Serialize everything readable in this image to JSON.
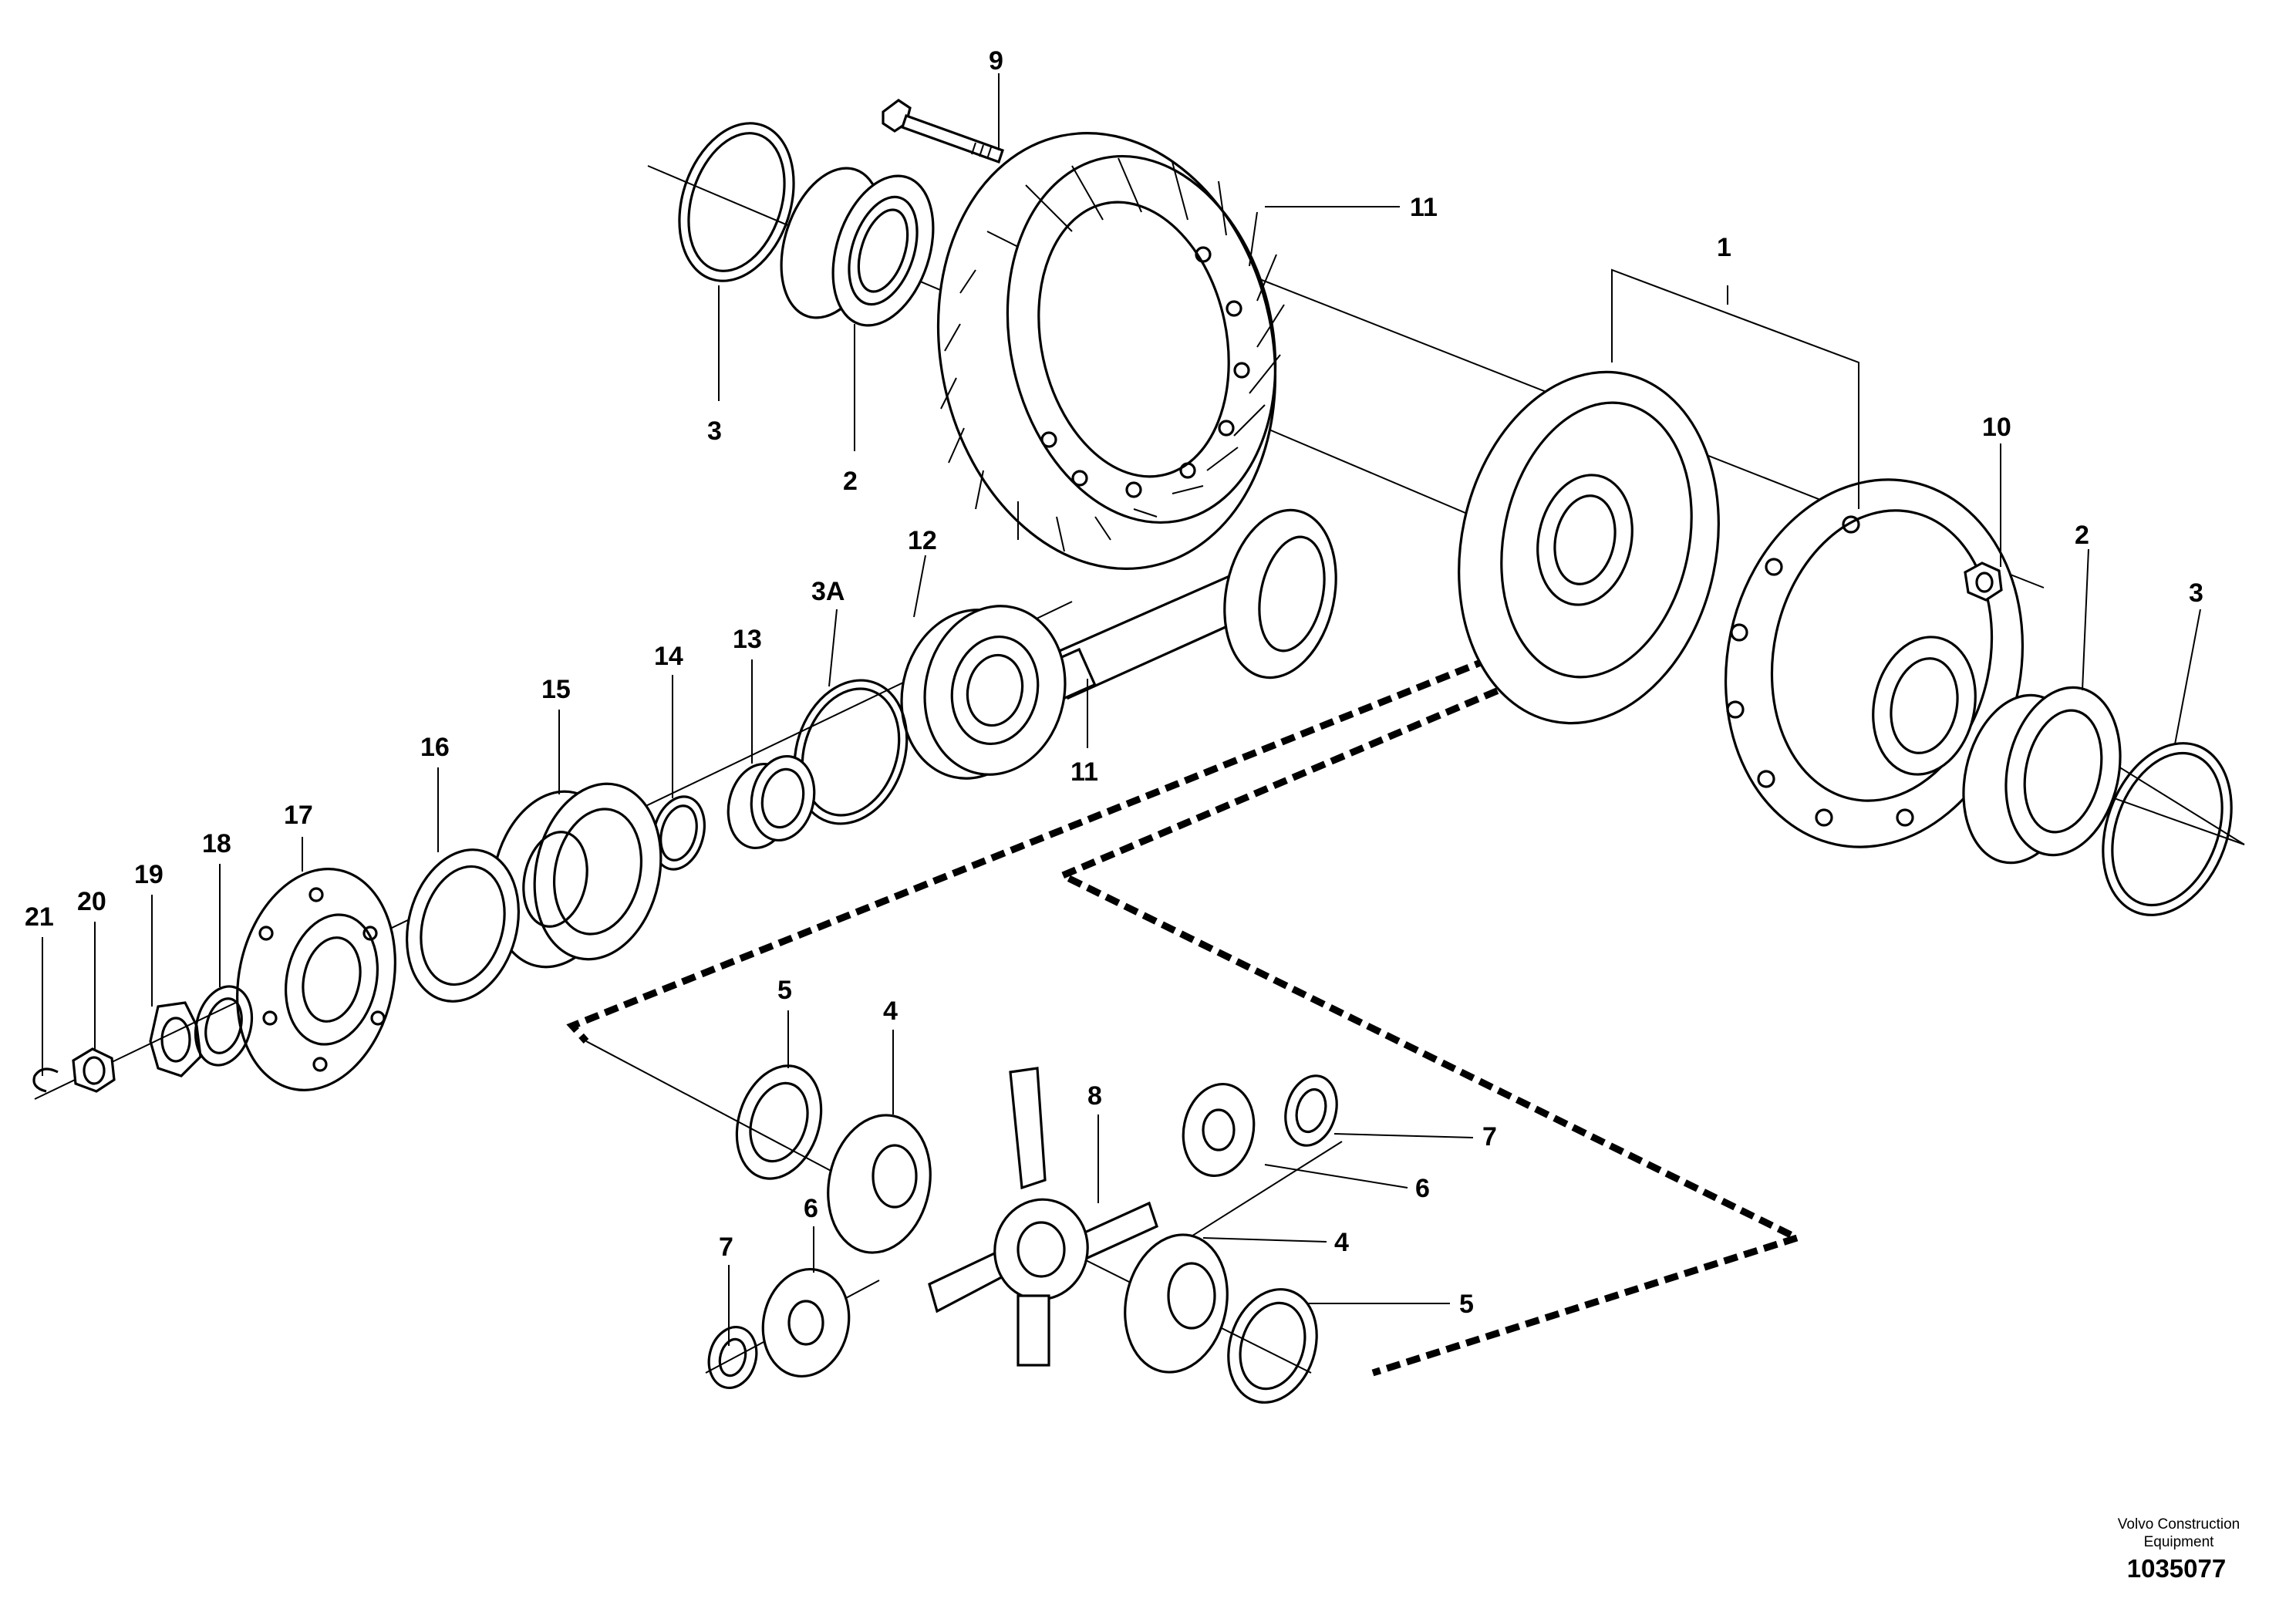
{
  "labels": {
    "l1": "1",
    "l2a": "2",
    "l2b": "2",
    "l3a": "3",
    "l3b": "3",
    "l3A": "3A",
    "l4a": "4",
    "l4b": "4",
    "l5a": "5",
    "l5b": "5",
    "l6a": "6",
    "l6b": "6",
    "l7a": "7",
    "l7b": "7",
    "l8": "8",
    "l9": "9",
    "l10": "10",
    "l11a": "11",
    "l11b": "11",
    "l12": "12",
    "l13": "13",
    "l14": "14",
    "l15": "15",
    "l16": "16",
    "l17": "17",
    "l18": "18",
    "l19": "19",
    "l20": "20",
    "l21": "21"
  },
  "footer": {
    "brand_line1": "Volvo Construction",
    "brand_line2": "Equipment",
    "doc_number": "1035077"
  }
}
